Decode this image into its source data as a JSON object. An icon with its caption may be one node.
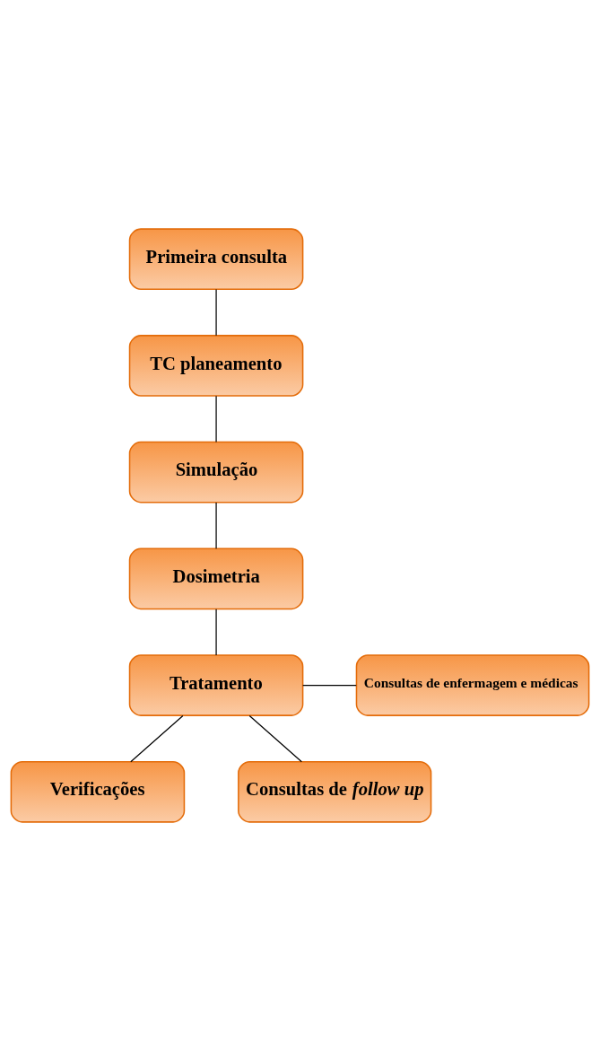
{
  "diagram": {
    "nodes": [
      {
        "text": [
          "Primeira consulta"
        ]
      },
      {
        "text": [
          "TC planeamento"
        ]
      },
      {
        "text": [
          "Simulação"
        ]
      },
      {
        "text": [
          "Dosimetria"
        ]
      },
      {
        "text": [
          "Tratamento"
        ]
      },
      {
        "text": [
          "Consultas de enfermagem e médicas"
        ]
      },
      {
        "text": [
          "Verificações"
        ]
      },
      {
        "text": [
          "Consultas de *follow up*"
        ]
      }
    ],
    "edges": [
      {
        "from": 0,
        "to": 1,
        "arrow": "none"
      },
      {
        "from": 1,
        "to": 2,
        "arrow": "none"
      },
      {
        "from": 2,
        "to": 3,
        "arrow": "none"
      },
      {
        "from": 3,
        "to": 4,
        "arrow": "none"
      },
      {
        "from": 4,
        "to": 5,
        "arrow": "none"
      },
      {
        "from": 4,
        "to": 6,
        "arrow": "none"
      },
      {
        "from": 4,
        "to": 7,
        "arrow": "none"
      }
    ]
  }
}
